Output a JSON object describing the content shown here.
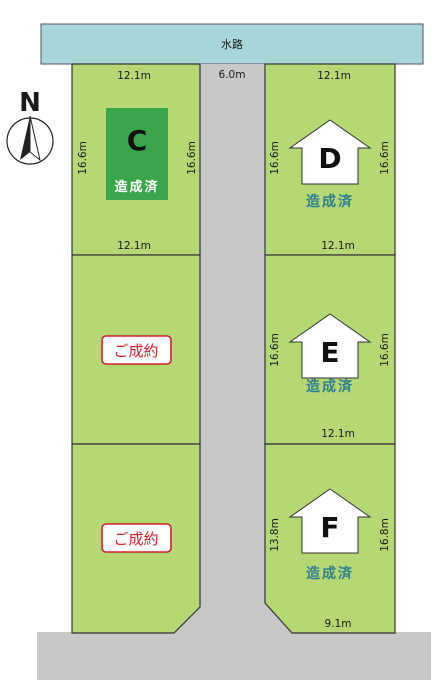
{
  "colors": {
    "lot": "#b5d774",
    "road": "#c8c8c8",
    "water": "#a6d6d8",
    "lot_border": "#333333",
    "badge_green": "#3aa54b",
    "stamp_text": "#2f7f91",
    "sold_red": "#d0222a"
  },
  "north": {
    "label": "N",
    "icon": "north-arrow-icon"
  },
  "waterway": {
    "label": "水路"
  },
  "road_width": "6.0m",
  "lots": {
    "c": {
      "letter": "C",
      "status": "造成済",
      "dims": {
        "top": "12.1m",
        "left": "16.6m",
        "right": "16.6m",
        "bottom": "12.1m"
      }
    },
    "d": {
      "letter": "D",
      "status": "造成済",
      "dims": {
        "top": "12.1m",
        "left": "16.6m",
        "right": "16.6m",
        "bottom": "12.1m"
      }
    },
    "e": {
      "letter": "E",
      "status": "造成済",
      "dims": {
        "left": "16.6m",
        "right": "16.6m",
        "bottom": "12.1m"
      }
    },
    "f": {
      "letter": "F",
      "status": "造成済",
      "dims": {
        "left": "13.8m",
        "right": "16.8m",
        "bottom": "9.1m"
      }
    },
    "sold_middle": {
      "status": "ご成約"
    },
    "sold_bottom": {
      "status": "ご成約"
    }
  }
}
